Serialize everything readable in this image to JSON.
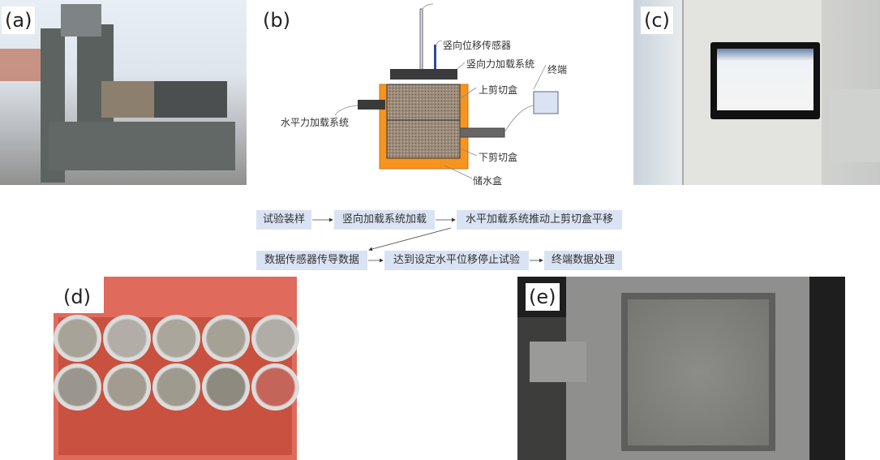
{
  "panels": {
    "a": "(a)",
    "b": "(b)",
    "c": "(c)",
    "d": "(d)",
    "e": "(e)"
  },
  "diagram": {
    "vertical_sensor": "竖向位移传感器",
    "vertical_load": "竖向力加载系统",
    "terminal": "终端",
    "upper_box": "上剪切盒",
    "horizontal_load": "水平力加载系统",
    "lower_box": "下剪切盒",
    "water_box": "储水盒"
  },
  "flow": [
    "试验装样",
    "竖向加载系统加载",
    "水平加载系统推动上剪切盒平移",
    "数据传感器传导数据",
    "达到设定水平位移停止试验",
    "终端数据处理"
  ],
  "colors": {
    "orange": "#f7941d",
    "box": "#dae3f3",
    "soil": "#8b7b6b"
  }
}
